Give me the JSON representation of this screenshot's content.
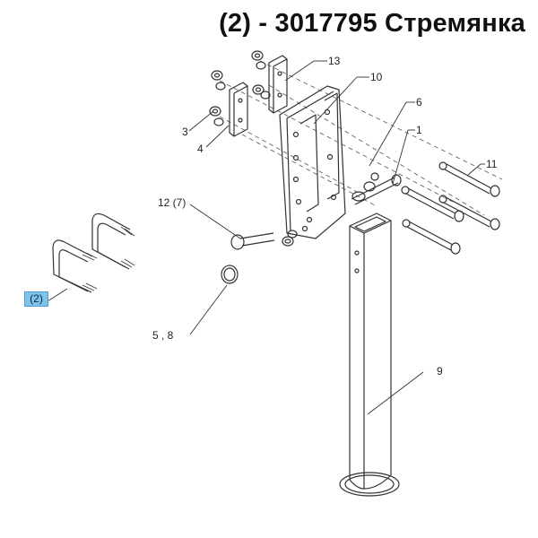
{
  "title": "(2) - 3017795 Стремянка",
  "selected_callout": "(2)",
  "callouts": {
    "c13": "13",
    "c10": "10",
    "c6": "6",
    "c1": "1",
    "c3": "3",
    "c4": "4",
    "c11": "11",
    "c12": "12 (7)",
    "c58": "5 , 8",
    "c9": "9"
  },
  "colors": {
    "highlight": "#7fc3ea",
    "line": "#333333"
  }
}
